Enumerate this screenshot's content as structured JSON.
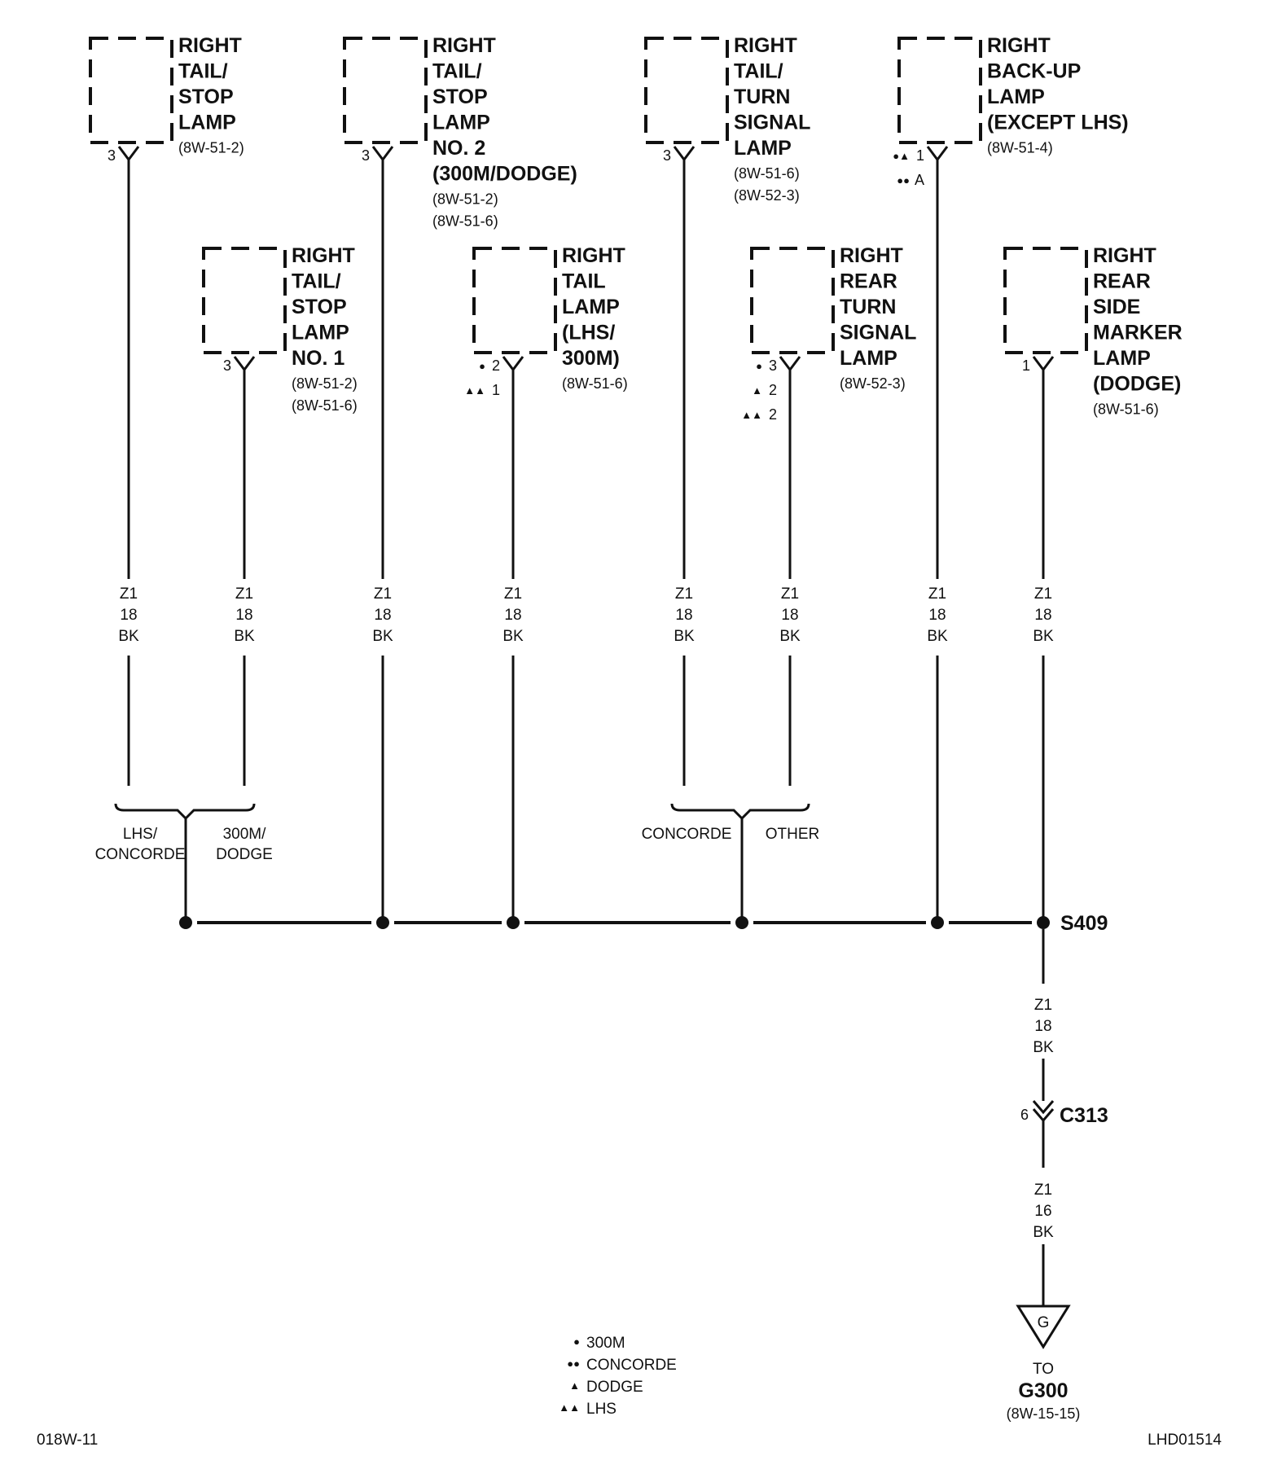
{
  "components": [
    {
      "id": "c1",
      "title": [
        "RIGHT",
        "TAIL/",
        "STOP",
        "LAMP"
      ],
      "refs": [
        "(8W-51-2)"
      ],
      "pins": [
        {
          "mark": "",
          "label": "3"
        }
      ]
    },
    {
      "id": "c2",
      "title": [
        "RIGHT",
        "TAIL/",
        "STOP",
        "LAMP",
        "NO. 2",
        "(300M/DODGE)"
      ],
      "refs": [
        "(8W-51-2)",
        "(8W-51-6)"
      ],
      "pins": [
        {
          "mark": "",
          "label": "3"
        }
      ]
    },
    {
      "id": "c3",
      "title": [
        "RIGHT",
        "TAIL/",
        "TURN",
        "SIGNAL",
        "LAMP"
      ],
      "refs": [
        "(8W-51-6)",
        "(8W-52-3)"
      ],
      "pins": [
        {
          "mark": "",
          "label": "3"
        }
      ]
    },
    {
      "id": "c4",
      "title": [
        "RIGHT",
        "BACK-UP",
        "LAMP",
        "(EXCEPT LHS)"
      ],
      "refs": [
        "(8W-51-4)"
      ],
      "pins": [
        {
          "mark": "●▲",
          "label": "1"
        },
        {
          "mark": "●●",
          "label": "A"
        }
      ]
    },
    {
      "id": "c5",
      "title": [
        "RIGHT",
        "TAIL/",
        "STOP",
        "LAMP",
        "NO. 1"
      ],
      "refs": [
        "(8W-51-2)",
        "(8W-51-6)"
      ],
      "pins": [
        {
          "mark": "",
          "label": "3"
        }
      ]
    },
    {
      "id": "c6",
      "title": [
        "RIGHT",
        "TAIL",
        "LAMP",
        "(LHS/",
        "300M)"
      ],
      "refs": [
        "(8W-51-6)"
      ],
      "pins": [
        {
          "mark": "●",
          "label": "2"
        },
        {
          "mark": "▲▲",
          "label": "1"
        }
      ]
    },
    {
      "id": "c7",
      "title": [
        "RIGHT",
        "REAR",
        "TURN",
        "SIGNAL",
        "LAMP"
      ],
      "refs": [
        "(8W-52-3)"
      ],
      "pins": [
        {
          "mark": "●",
          "label": "3"
        },
        {
          "mark": "▲",
          "label": "2"
        },
        {
          "mark": "▲▲",
          "label": "2"
        }
      ]
    },
    {
      "id": "c8",
      "title": [
        "RIGHT",
        "REAR",
        "SIDE",
        "MARKER",
        "LAMP",
        "(DODGE)"
      ],
      "refs": [
        "(8W-51-6)"
      ],
      "pins": [
        {
          "mark": "",
          "label": "1"
        }
      ]
    }
  ],
  "wire_label": [
    "Z1",
    "18",
    "BK"
  ],
  "wire_label_after_connector": [
    "Z1",
    "16",
    "BK"
  ],
  "branches": [
    {
      "left": [
        "LHS/",
        "CONCORDE"
      ],
      "right": [
        "300M/",
        "DODGE"
      ]
    },
    {
      "left": [
        "CONCORDE"
      ],
      "right": [
        "OTHER"
      ]
    }
  ],
  "splice": "S409",
  "connector": {
    "name": "C313",
    "pin": "6"
  },
  "ground": {
    "symbol": "G",
    "to": "TO",
    "name": "G300",
    "ref": "(8W-15-15)"
  },
  "legend": [
    {
      "mark": "●",
      "label": "300M"
    },
    {
      "mark": "●●",
      "label": "CONCORDE"
    },
    {
      "mark": "▲",
      "label": "DODGE"
    },
    {
      "mark": "▲▲",
      "label": "LHS"
    }
  ],
  "footer": {
    "left": "018W-11",
    "right": "LHD01514"
  }
}
